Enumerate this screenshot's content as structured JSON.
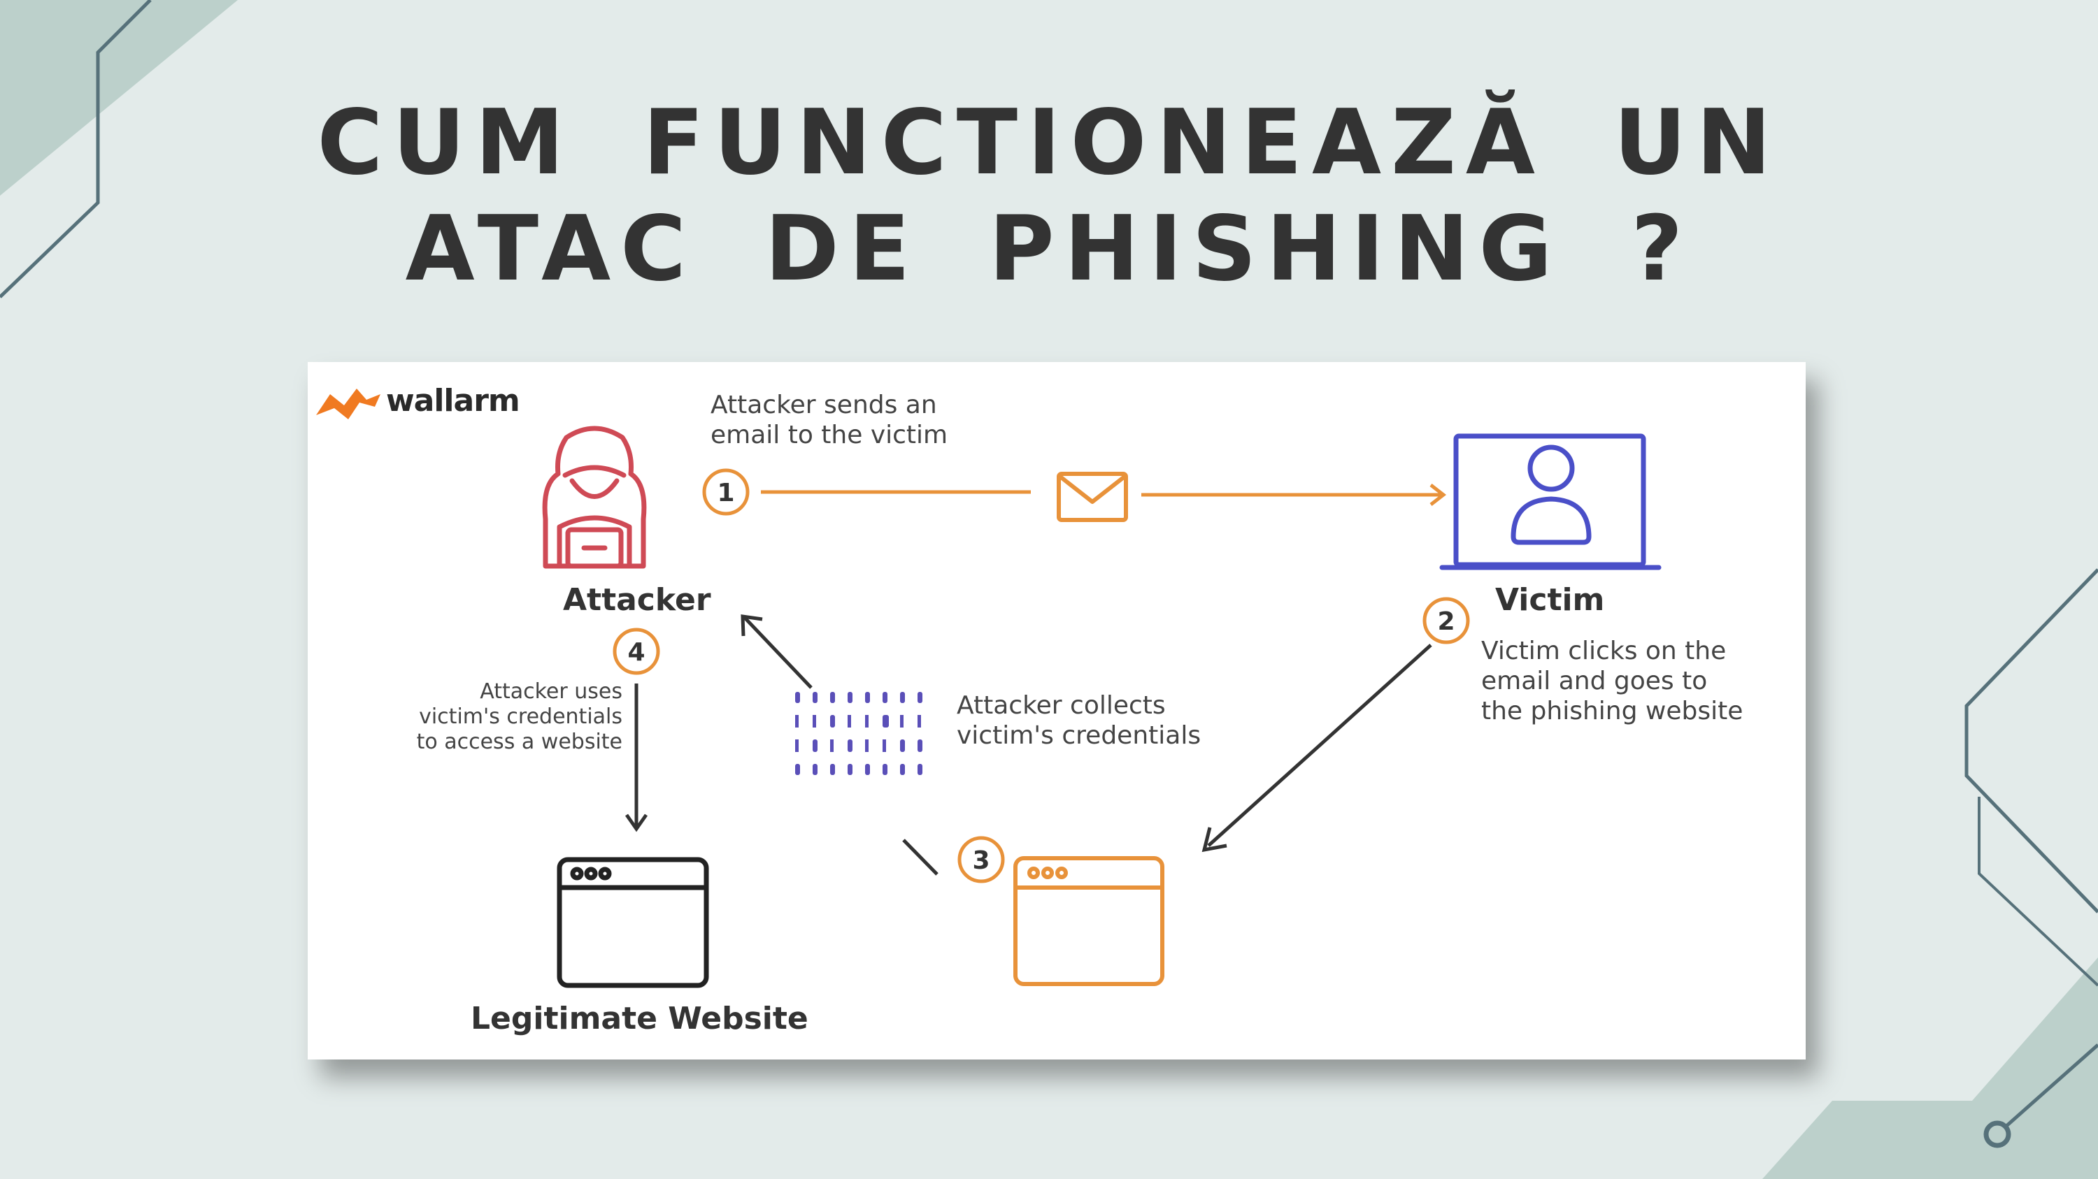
{
  "title": {
    "line1": "CUM FUNCTIONEAZĂ UN",
    "line2": "ATAC DE PHISHING ?"
  },
  "diagram": {
    "brand": "wallarm",
    "nodes": {
      "attacker": "Attacker",
      "victim": "Victim",
      "legitimate": "Legitimate Website"
    },
    "steps": [
      {
        "number": "1",
        "caption_lines": [
          "Attacker sends an",
          "email to the victim"
        ]
      },
      {
        "number": "2",
        "caption_lines": [
          "Victim clicks on the",
          "email and goes to",
          "the phishing website"
        ]
      },
      {
        "number": "3",
        "caption_lines": [
          "Attacker collects",
          "victim's credentials"
        ]
      },
      {
        "number": "4",
        "caption_lines": [
          "Attacker uses",
          "victim's credentials",
          "to access a website"
        ]
      }
    ],
    "colors": {
      "attacker": "#cf4a55",
      "victim": "#4a4fc8",
      "phishing": "#e8923a",
      "legitimate": "#222222"
    }
  },
  "icons": {
    "attacker": "hooded-hacker-icon",
    "victim": "laptop-user-icon",
    "message": "envelope-icon",
    "credentials": "binary-data-icon",
    "phishing_site": "browser-window-icon",
    "legitimate_site": "browser-window-icon",
    "brand": "wallarm-logo-icon"
  }
}
